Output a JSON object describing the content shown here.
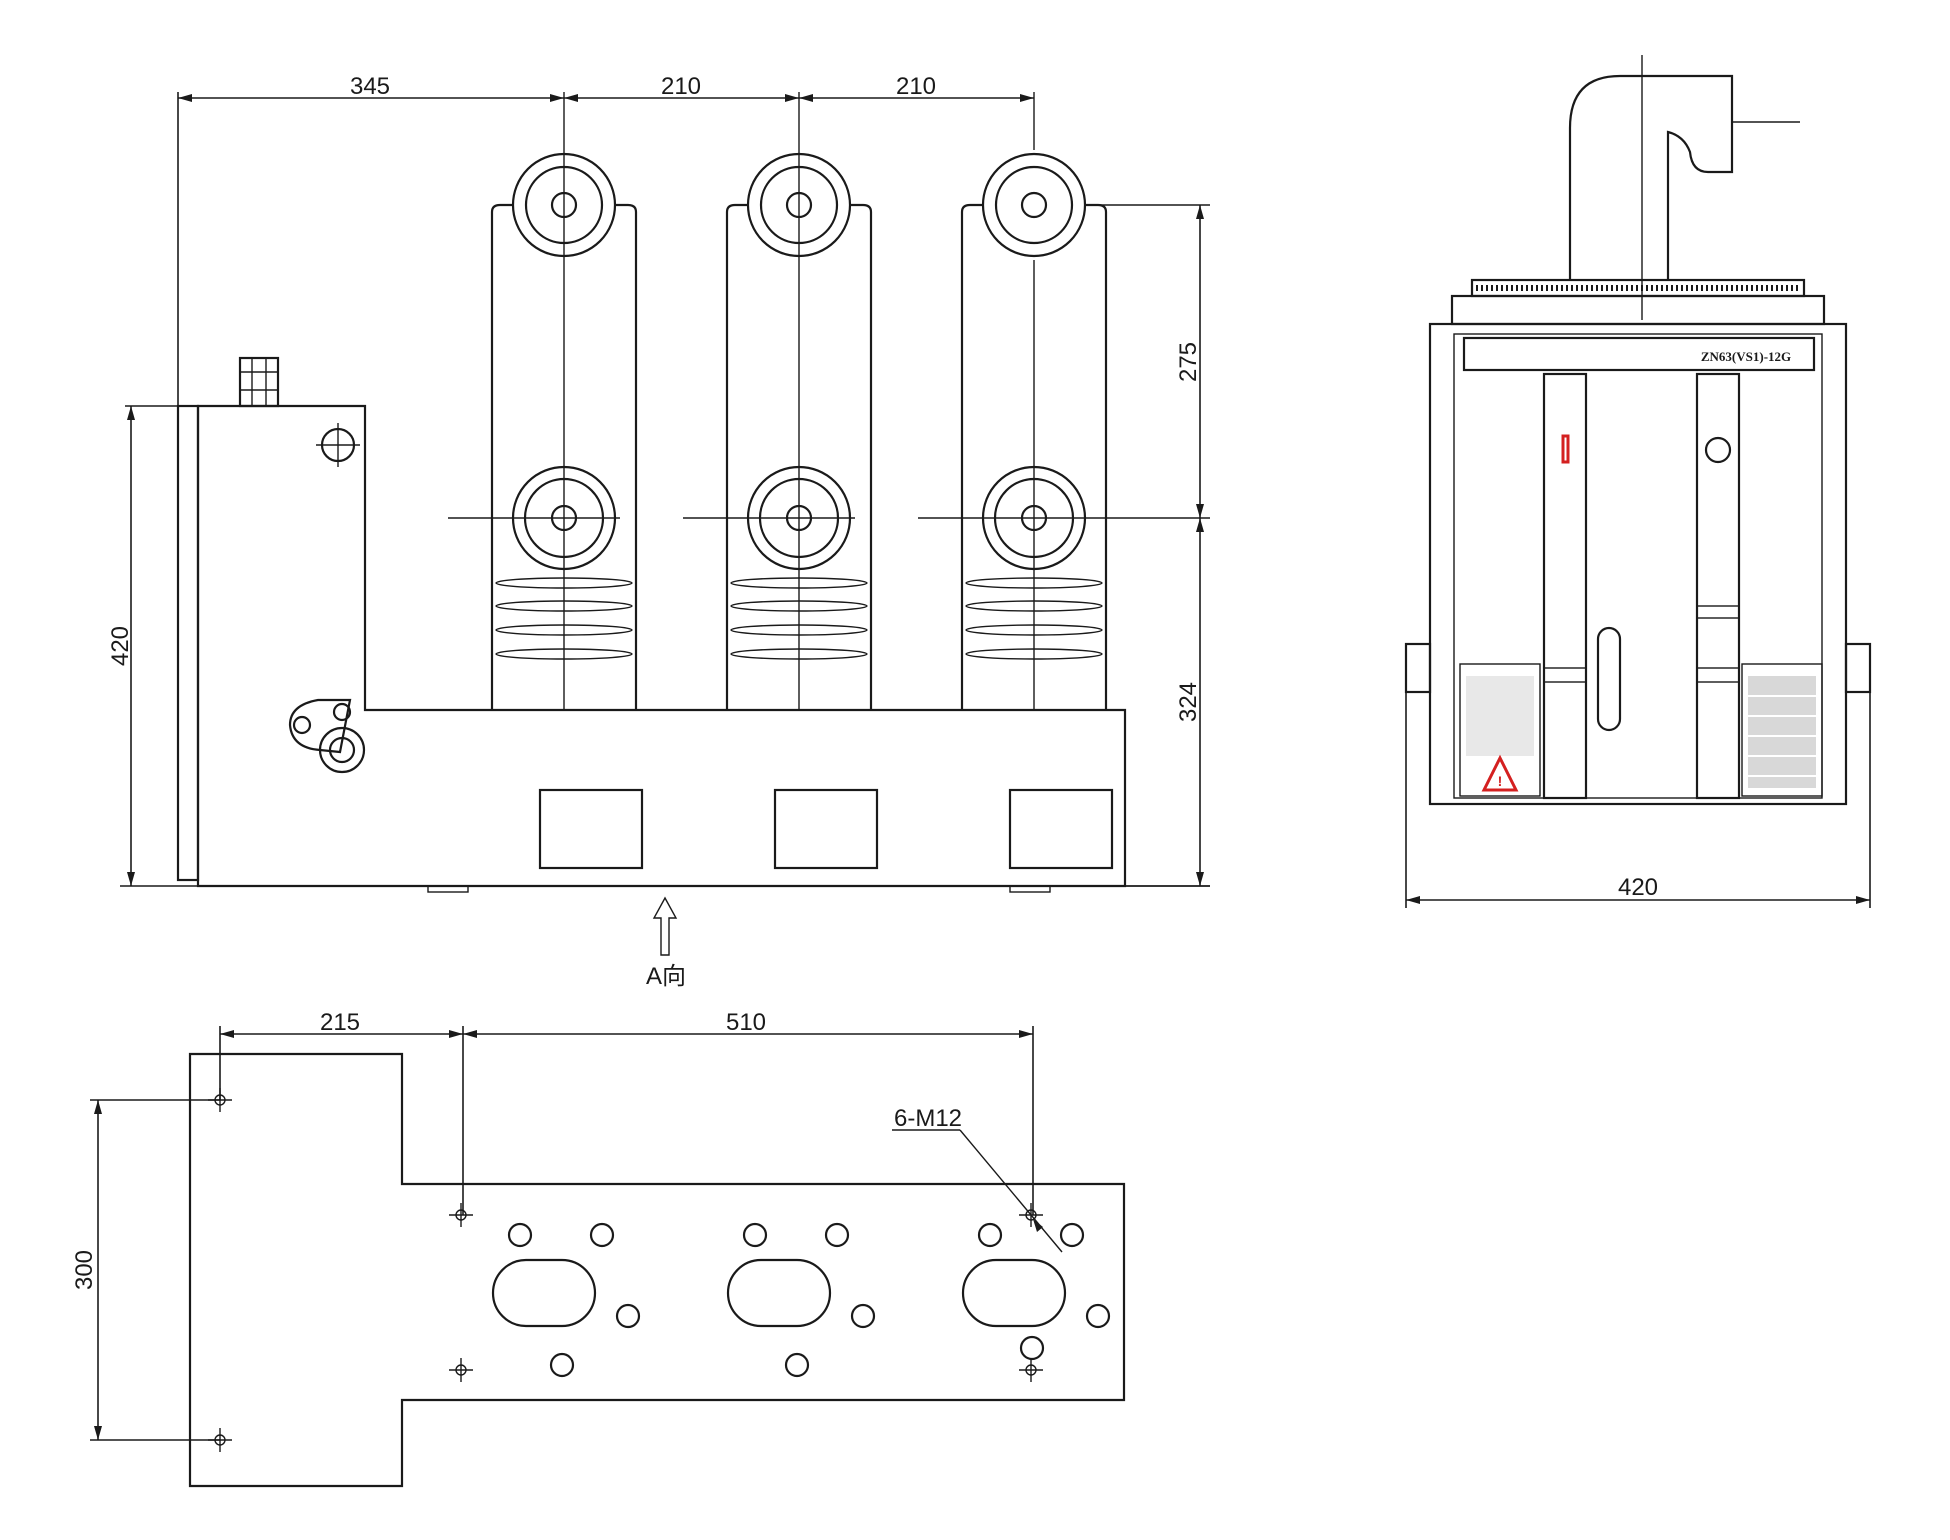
{
  "dimensions": {
    "front_345": "345",
    "front_210_a": "210",
    "front_210_b": "210",
    "front_height_420": "420",
    "front_275": "275",
    "front_324": "324",
    "side_width_420": "420",
    "base_215": "215",
    "base_510": "510",
    "base_300": "300"
  },
  "labels": {
    "view_arrow": "A向",
    "hole_spec": "6-M12",
    "nameplate": "ZN63(VS1)-12G"
  },
  "colors": {
    "line": "#1a1a1a",
    "warning": "#d42020"
  }
}
